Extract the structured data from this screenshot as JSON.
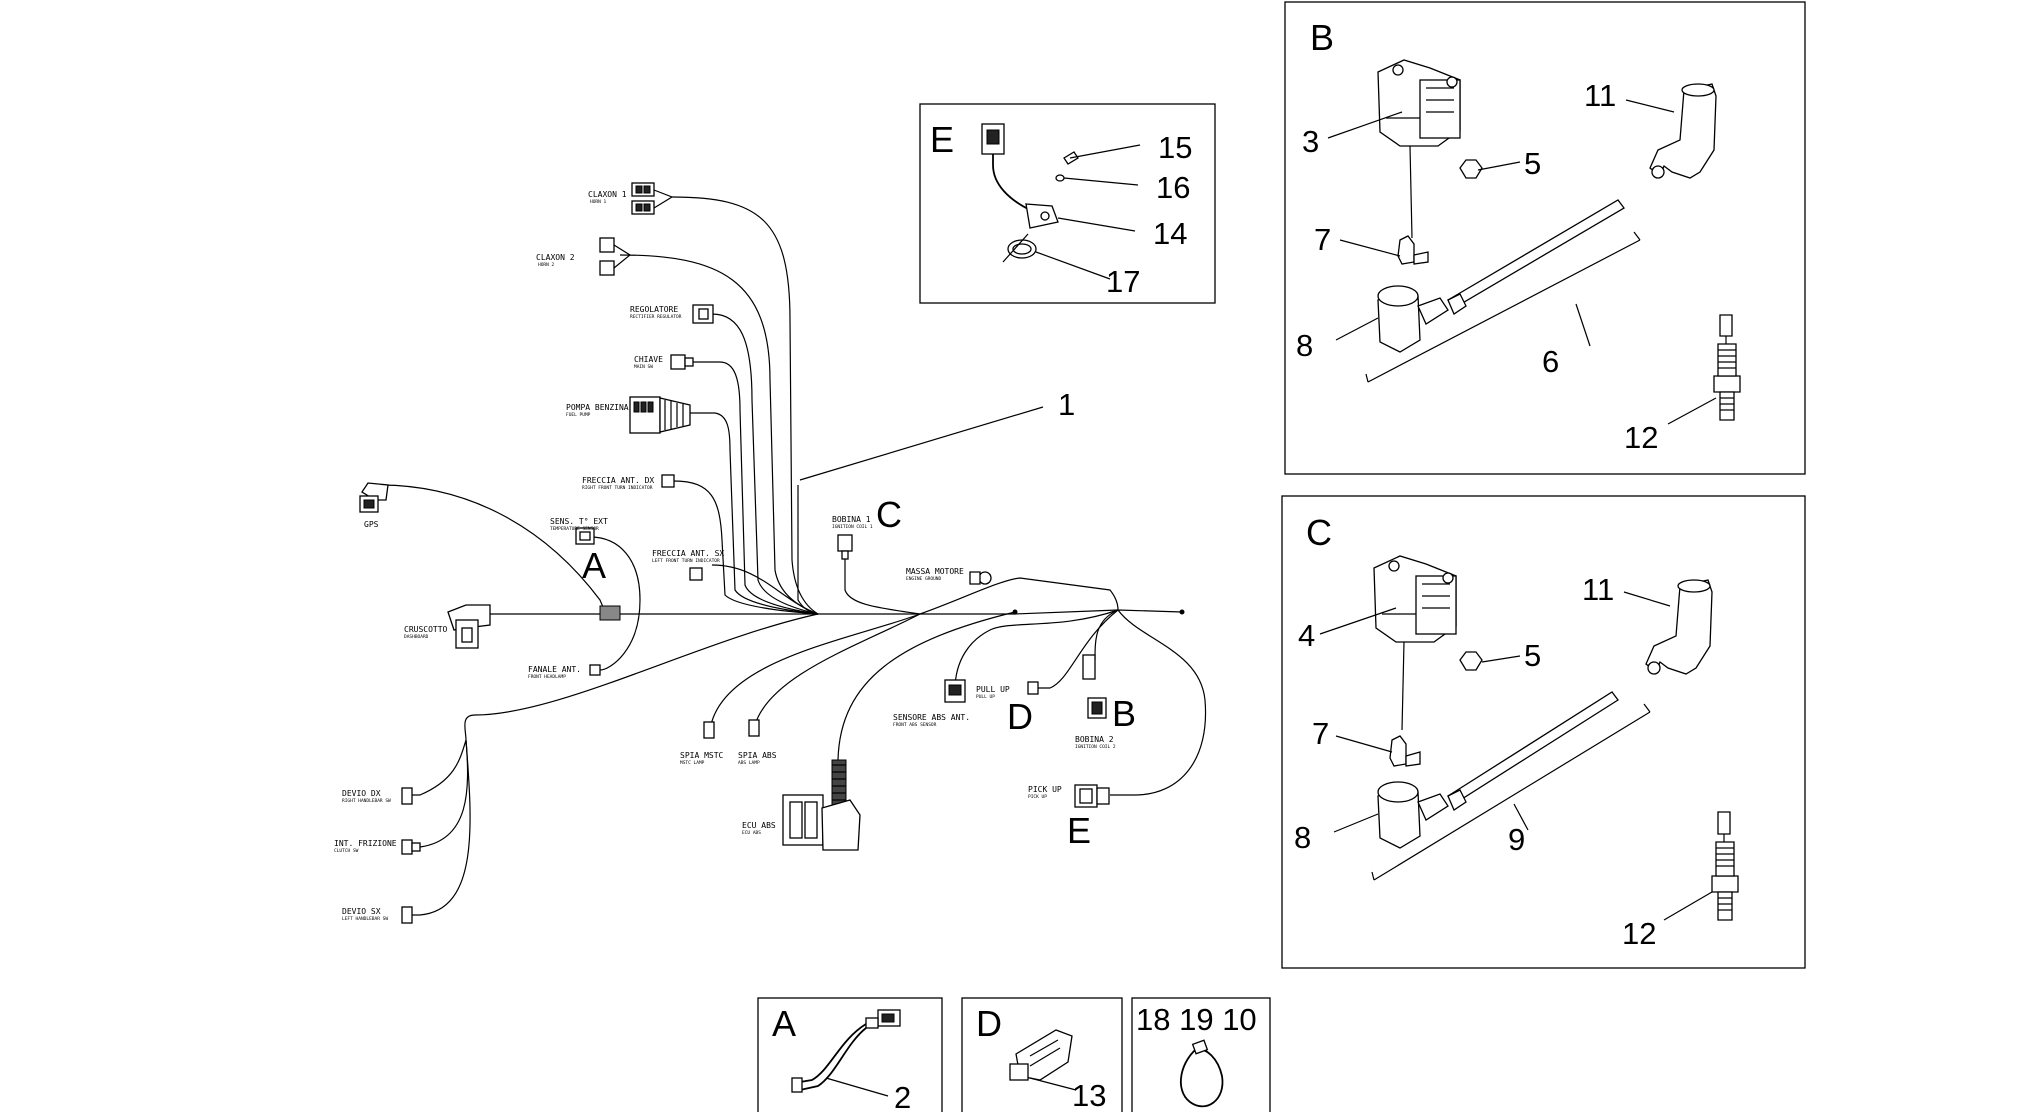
{
  "letters": {
    "panel_b": "B",
    "panel_c": "C",
    "panel_e": "E",
    "panel_a": "A",
    "panel_d": "D",
    "main_a": "A",
    "main_b": "B",
    "main_c": "C",
    "main_d": "D",
    "main_e": "E"
  },
  "callouts": {
    "n1": "1",
    "n2": "2",
    "n3": "3",
    "n4": "4",
    "n5a": "5",
    "n5b": "5",
    "n6": "6",
    "n7a": "7",
    "n7b": "7",
    "n8a": "8",
    "n8b": "8",
    "n9": "9",
    "n11a": "11",
    "n11b": "11",
    "n12a": "12",
    "n12b": "12",
    "n13": "13",
    "n14": "14",
    "n15": "15",
    "n16": "16",
    "n17": "17",
    "n18_19_10": "18 19 10"
  },
  "connectors": {
    "claxon1": "CLAXON 1",
    "claxon1_en": "HORN 1",
    "claxon2": "CLAXON 2",
    "claxon2_en": "HORN 2",
    "regolatore": "REGOLATORE",
    "regolatore_en": "RECTIFIER REGULATOR",
    "chiave": "CHIAVE",
    "chiave_en": "MAIN SW",
    "pompa": "POMPA BENZINA",
    "pompa_en": "FUEL PUMP",
    "freccia_dx": "FRECCIA ANT. DX",
    "freccia_dx_en": "RIGHT FRONT TURN INDICATOR",
    "gps": "GPS",
    "sens_t": "SENS. T° EXT",
    "sens_t_en": "TEMPERATURE SENSOR",
    "freccia_sx": "FRECCIA ANT. SX",
    "freccia_sx_en": "LEFT FRONT TURN INDICATOR",
    "bobina1": "BOBINA 1",
    "bobina1_en": "IGNITION COIL 1",
    "massa": "MASSA MOTORE",
    "massa_en": "ENGINE GROUND",
    "cruscotto": "CRUSCOTTO",
    "cruscotto_en": "DASHBOARD",
    "fanale": "FANALE ANT.",
    "fanale_en": "FRONT HEADLAMP",
    "pull_up": "PULL UP",
    "pull_up_en": "PULL UP",
    "sensore_abs": "SENSORE ABS ANT.",
    "sensore_abs_en": "FRONT ABS SENSOR",
    "bobina2": "BOBINA 2",
    "bobina2_en": "IGNITION COIL 2",
    "spia_mstc": "SPIA MSTC",
    "spia_mstc_en": "MSTC LAMP",
    "spia_abs": "SPIA ABS",
    "spia_abs_en": "ABS LAMP",
    "pick_up": "PICK UP",
    "pick_up_en": "PICK UP",
    "ecu_abs": "ECU ABS",
    "ecu_abs_en": "ECU ABS",
    "devio_dx": "DEVIO DX",
    "devio_dx_en": "RIGHT HANDLEBAR SW",
    "int_frizione": "INT. FRIZIONE",
    "int_frizione_en": "CLUTCH SW",
    "devio_sx": "DEVIO SX",
    "devio_sx_en": "LEFT HANDLEBAR SW"
  }
}
